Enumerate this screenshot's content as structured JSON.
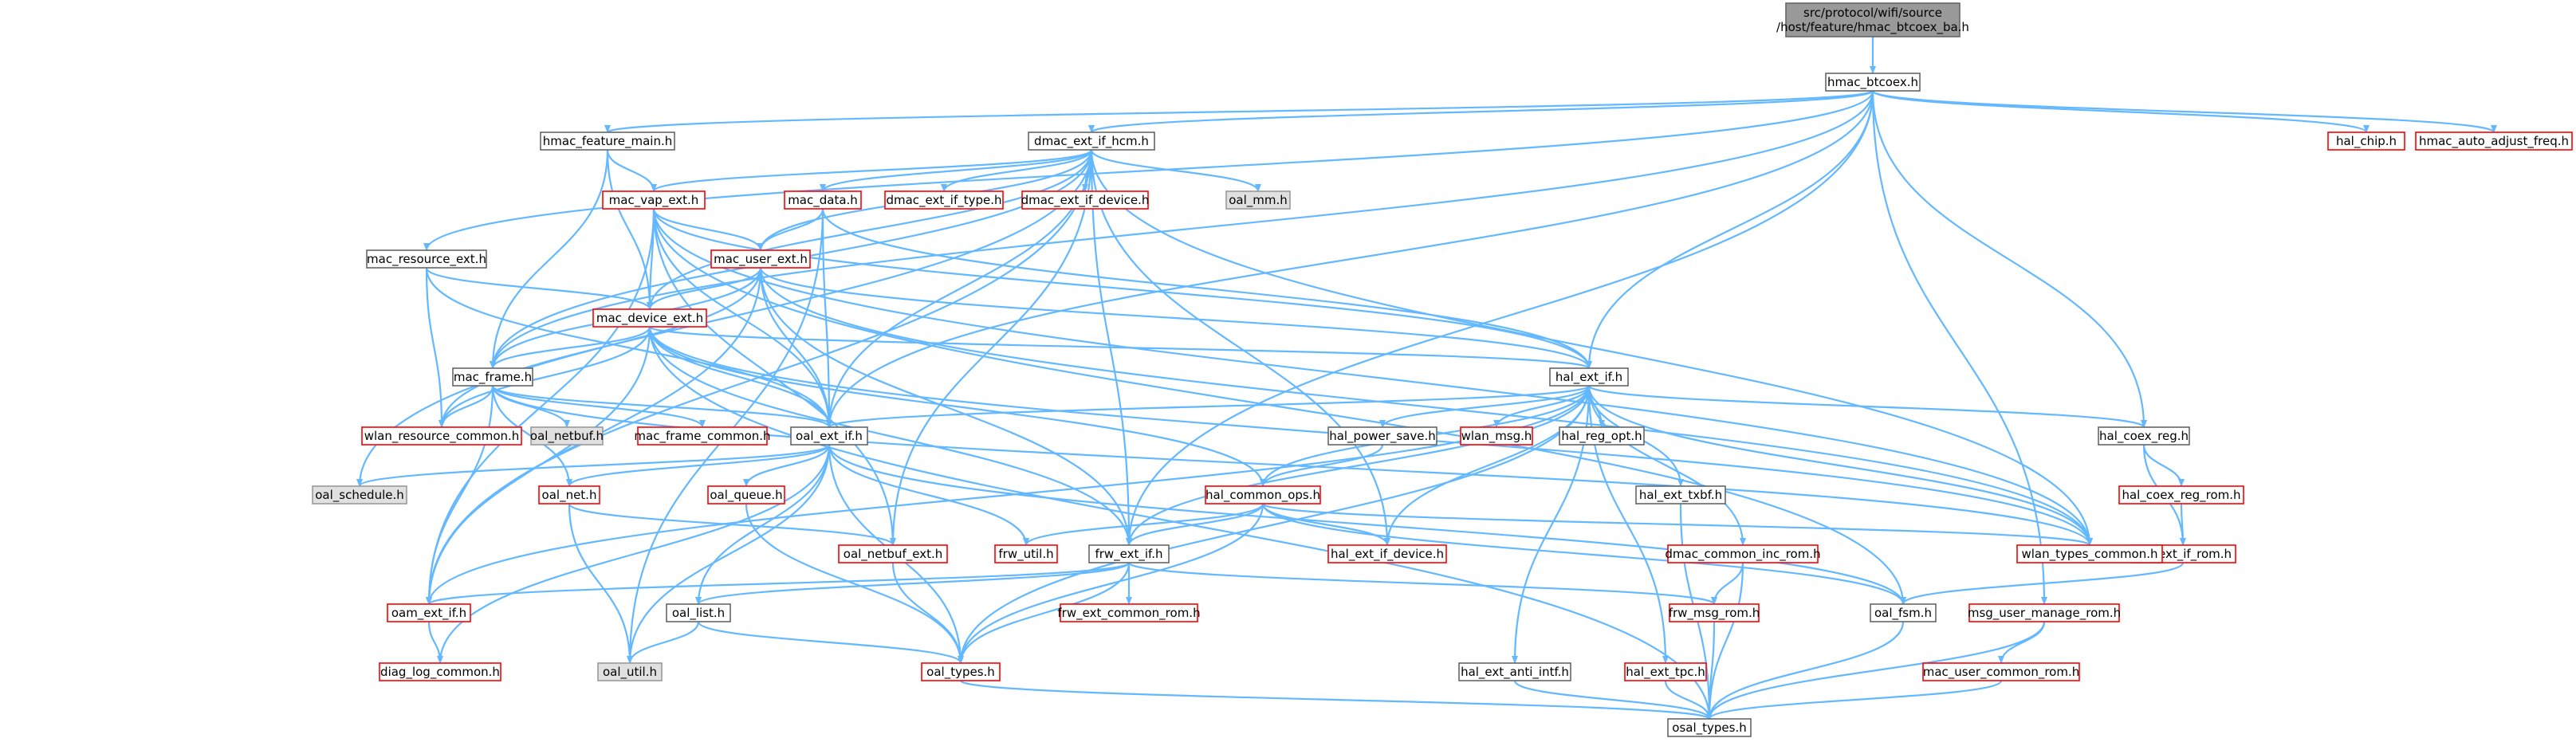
{
  "title_lines": [
    "src/protocol/wifi/source",
    "/host/feature/hmac_btcoex_ba.h"
  ],
  "colors": {
    "edge": "#63b8ff",
    "root_fill": "#999999",
    "plain_border": "#666666",
    "missing_border": "#ff0000",
    "system_fill": "#e0e0e0",
    "system_border": "#999999"
  },
  "nodes": [
    {
      "id": "root",
      "label": "src/protocol/wifi/source /host/feature/hmac_btcoex_ba.h",
      "kind": "root"
    },
    {
      "id": "hmac_btcoex",
      "label": "hmac_btcoex.h",
      "kind": "plain"
    },
    {
      "id": "hmac_feature_main",
      "label": "hmac_feature_main.h",
      "kind": "plain"
    },
    {
      "id": "dmac_ext_if_hcm",
      "label": "dmac_ext_if_hcm.h",
      "kind": "plain"
    },
    {
      "id": "hal_chip",
      "label": "hal_chip.h",
      "kind": "missing"
    },
    {
      "id": "hmac_auto_adjust_freq",
      "label": "hmac_auto_adjust_freq.h",
      "kind": "missing"
    },
    {
      "id": "mac_vap_ext",
      "label": "mac_vap_ext.h",
      "kind": "missing"
    },
    {
      "id": "mac_data",
      "label": "mac_data.h",
      "kind": "missing"
    },
    {
      "id": "dmac_ext_if_type",
      "label": "dmac_ext_if_type.h",
      "kind": "missing"
    },
    {
      "id": "dmac_ext_if_device",
      "label": "dmac_ext_if_device.h",
      "kind": "missing"
    },
    {
      "id": "oal_mm",
      "label": "oal_mm.h",
      "kind": "system"
    },
    {
      "id": "mac_resource_ext",
      "label": "mac_resource_ext.h",
      "kind": "plain"
    },
    {
      "id": "mac_user_ext",
      "label": "mac_user_ext.h",
      "kind": "missing"
    },
    {
      "id": "mac_device_ext",
      "label": "mac_device_ext.h",
      "kind": "missing"
    },
    {
      "id": "hal_ext_if",
      "label": "hal_ext_if.h",
      "kind": "plain"
    },
    {
      "id": "mac_frame",
      "label": "mac_frame.h",
      "kind": "plain"
    },
    {
      "id": "wlan_resource_common",
      "label": "wlan_resource_common.h",
      "kind": "missing"
    },
    {
      "id": "oal_netbuf",
      "label": "oal_netbuf.h",
      "kind": "system"
    },
    {
      "id": "mac_frame_common",
      "label": "mac_frame_common.h",
      "kind": "missing"
    },
    {
      "id": "oal_ext_if",
      "label": "oal_ext_if.h",
      "kind": "plain"
    },
    {
      "id": "hal_power_save",
      "label": "hal_power_save.h",
      "kind": "plain"
    },
    {
      "id": "wlan_msg",
      "label": "wlan_msg.h",
      "kind": "missing"
    },
    {
      "id": "hal_reg_opt",
      "label": "hal_reg_opt.h",
      "kind": "plain"
    },
    {
      "id": "hal_coex_reg",
      "label": "hal_coex_reg.h",
      "kind": "plain"
    },
    {
      "id": "hal_coex_reg_rom",
      "label": "hal_coex_reg_rom.h",
      "kind": "missing"
    },
    {
      "id": "oal_ext_if_rom",
      "label": "oal_ext_if_rom.h",
      "kind": "missing"
    },
    {
      "id": "oal_schedule",
      "label": "oal_schedule.h",
      "kind": "system"
    },
    {
      "id": "oal_net",
      "label": "oal_net.h",
      "kind": "missing"
    },
    {
      "id": "oal_queue",
      "label": "oal_queue.h",
      "kind": "missing"
    },
    {
      "id": "hal_common_ops",
      "label": "hal_common_ops.h",
      "kind": "missing"
    },
    {
      "id": "hal_ext_txbf",
      "label": "hal_ext_txbf.h",
      "kind": "plain"
    },
    {
      "id": "oal_netbuf_ext",
      "label": "oal_netbuf_ext.h",
      "kind": "missing"
    },
    {
      "id": "frw_util",
      "label": "frw_util.h",
      "kind": "missing"
    },
    {
      "id": "frw_ext_if",
      "label": "frw_ext_if.h",
      "kind": "plain"
    },
    {
      "id": "hal_ext_if_device",
      "label": "hal_ext_if_device.h",
      "kind": "missing"
    },
    {
      "id": "wlan_types_common",
      "label": "wlan_types_common.h",
      "kind": "missing"
    },
    {
      "id": "dmac_common_inc_rom",
      "label": "dmac_common_inc_rom.h",
      "kind": "missing"
    },
    {
      "id": "oam_ext_if",
      "label": "oam_ext_if.h",
      "kind": "missing"
    },
    {
      "id": "oal_list",
      "label": "oal_list.h",
      "kind": "plain"
    },
    {
      "id": "frw_ext_common_rom",
      "label": "frw_ext_common_rom.h",
      "kind": "missing"
    },
    {
      "id": "frw_msg_rom",
      "label": "frw_msg_rom.h",
      "kind": "missing"
    },
    {
      "id": "oal_fsm",
      "label": "oal_fsm.h",
      "kind": "plain"
    },
    {
      "id": "msg_user_manage_rom",
      "label": "msg_user_manage_rom.h",
      "kind": "missing"
    },
    {
      "id": "diag_log_common",
      "label": "diag_log_common.h",
      "kind": "missing"
    },
    {
      "id": "oal_util",
      "label": "oal_util.h",
      "kind": "system"
    },
    {
      "id": "oal_types",
      "label": "oal_types.h",
      "kind": "missing"
    },
    {
      "id": "hal_ext_anti_intf",
      "label": "hal_ext_anti_intf.h",
      "kind": "plain"
    },
    {
      "id": "hal_ext_tpc",
      "label": "hal_ext_tpc.h",
      "kind": "missing"
    },
    {
      "id": "mac_user_common_rom",
      "label": "mac_user_common_rom.h",
      "kind": "missing"
    },
    {
      "id": "osal_types",
      "label": "osal_types.h",
      "kind": "plain"
    }
  ],
  "edges": [
    [
      "root",
      "hmac_btcoex"
    ],
    [
      "hmac_btcoex",
      "hmac_feature_main"
    ],
    [
      "hmac_btcoex",
      "dmac_ext_if_hcm"
    ],
    [
      "hmac_btcoex",
      "hal_chip"
    ],
    [
      "hmac_btcoex",
      "hmac_auto_adjust_freq"
    ],
    [
      "hmac_btcoex",
      "mac_resource_ext"
    ],
    [
      "hmac_btcoex",
      "mac_frame"
    ],
    [
      "hmac_btcoex",
      "oal_ext_if"
    ],
    [
      "hmac_btcoex",
      "hal_ext_if"
    ],
    [
      "hmac_btcoex",
      "frw_ext_if"
    ],
    [
      "hmac_btcoex",
      "hal_coex_reg"
    ],
    [
      "hmac_btcoex",
      "msg_user_manage_rom"
    ],
    [
      "hmac_feature_main",
      "mac_vap_ext"
    ],
    [
      "hmac_feature_main",
      "mac_device_ext"
    ],
    [
      "hmac_feature_main",
      "mac_frame"
    ],
    [
      "dmac_ext_if_hcm",
      "mac_vap_ext"
    ],
    [
      "dmac_ext_if_hcm",
      "mac_data"
    ],
    [
      "dmac_ext_if_hcm",
      "dmac_ext_if_type"
    ],
    [
      "dmac_ext_if_hcm",
      "dmac_ext_if_device"
    ],
    [
      "dmac_ext_if_hcm",
      "oal_mm"
    ],
    [
      "dmac_ext_if_hcm",
      "mac_user_ext"
    ],
    [
      "dmac_ext_if_hcm",
      "mac_device_ext"
    ],
    [
      "dmac_ext_if_hcm",
      "oal_ext_if"
    ],
    [
      "dmac_ext_if_hcm",
      "oal_schedule"
    ],
    [
      "dmac_ext_if_hcm",
      "oal_netbuf_ext"
    ],
    [
      "dmac_ext_if_hcm",
      "frw_ext_if"
    ],
    [
      "dmac_ext_if_hcm",
      "oam_ext_if"
    ],
    [
      "dmac_ext_if_hcm",
      "wlan_types_common"
    ],
    [
      "dmac_ext_if_hcm",
      "hal_ext_if_device"
    ],
    [
      "dmac_ext_if_hcm",
      "mac_frame"
    ],
    [
      "mac_vap_ext",
      "mac_user_ext"
    ],
    [
      "mac_vap_ext",
      "mac_device_ext"
    ],
    [
      "mac_vap_ext",
      "hal_ext_if"
    ],
    [
      "mac_vap_ext",
      "oal_ext_if"
    ],
    [
      "mac_vap_ext",
      "oam_ext_if"
    ],
    [
      "mac_vap_ext",
      "wlan_types_common"
    ],
    [
      "mac_vap_ext",
      "oal_netbuf_ext"
    ],
    [
      "mac_vap_ext",
      "oal_fsm"
    ],
    [
      "mac_data",
      "mac_user_ext"
    ],
    [
      "mac_data",
      "oal_ext_if"
    ],
    [
      "mac_data",
      "hal_ext_if"
    ],
    [
      "mac_data",
      "oal_util"
    ],
    [
      "mac_resource_ext",
      "mac_device_ext"
    ],
    [
      "mac_resource_ext",
      "wlan_resource_common"
    ],
    [
      "mac_resource_ext",
      "oal_ext_if"
    ],
    [
      "mac_user_ext",
      "mac_device_ext"
    ],
    [
      "mac_user_ext",
      "mac_frame"
    ],
    [
      "mac_user_ext",
      "oal_ext_if"
    ],
    [
      "mac_user_ext",
      "hal_ext_if"
    ],
    [
      "mac_user_ext",
      "wlan_resource_common"
    ],
    [
      "mac_user_ext",
      "frw_ext_if"
    ],
    [
      "mac_user_ext",
      "wlan_types_common"
    ],
    [
      "mac_user_ext",
      "oam_ext_if"
    ],
    [
      "mac_device_ext",
      "mac_frame"
    ],
    [
      "mac_device_ext",
      "hal_ext_if"
    ],
    [
      "mac_device_ext",
      "oal_ext_if"
    ],
    [
      "mac_device_ext",
      "wlan_resource_common"
    ],
    [
      "mac_device_ext",
      "hal_common_ops"
    ],
    [
      "mac_device_ext",
      "frw_ext_if"
    ],
    [
      "mac_device_ext",
      "oam_ext_if"
    ],
    [
      "mac_device_ext",
      "osal_types"
    ],
    [
      "mac_device_ext",
      "wlan_types_common"
    ],
    [
      "mac_frame",
      "wlan_resource_common"
    ],
    [
      "mac_frame",
      "oal_netbuf"
    ],
    [
      "mac_frame",
      "mac_frame_common"
    ],
    [
      "mac_frame",
      "oal_ext_if"
    ],
    [
      "mac_frame",
      "oal_net"
    ],
    [
      "mac_frame",
      "oam_ext_if"
    ],
    [
      "mac_frame",
      "wlan_types_common"
    ],
    [
      "hal_ext_if",
      "oal_ext_if"
    ],
    [
      "hal_ext_if",
      "hal_power_save"
    ],
    [
      "hal_ext_if",
      "wlan_msg"
    ],
    [
      "hal_ext_if",
      "hal_reg_opt"
    ],
    [
      "hal_ext_if",
      "hal_coex_reg"
    ],
    [
      "hal_ext_if",
      "hal_common_ops"
    ],
    [
      "hal_ext_if",
      "hal_ext_txbf"
    ],
    [
      "hal_ext_if",
      "frw_ext_if"
    ],
    [
      "hal_ext_if",
      "hal_ext_if_device"
    ],
    [
      "hal_ext_if",
      "wlan_types_common"
    ],
    [
      "hal_ext_if",
      "dmac_common_inc_rom"
    ],
    [
      "hal_ext_if",
      "hal_ext_anti_intf"
    ],
    [
      "hal_ext_if",
      "hal_ext_tpc"
    ],
    [
      "hal_ext_if",
      "oal_types"
    ],
    [
      "hal_ext_if",
      "oam_ext_if"
    ],
    [
      "oal_ext_if",
      "oal_schedule"
    ],
    [
      "oal_ext_if",
      "oal_net"
    ],
    [
      "oal_ext_if",
      "oal_queue"
    ],
    [
      "oal_ext_if",
      "frw_util"
    ],
    [
      "oal_ext_if",
      "oal_list"
    ],
    [
      "oal_ext_if",
      "oal_util"
    ],
    [
      "oal_ext_if",
      "oal_types"
    ],
    [
      "oal_ext_if",
      "diag_log_common"
    ],
    [
      "oal_ext_if",
      "oal_fsm"
    ],
    [
      "hal_power_save",
      "hal_common_ops"
    ],
    [
      "hal_coex_reg",
      "hal_coex_reg_rom"
    ],
    [
      "hal_coex_reg",
      "oal_ext_if_rom"
    ],
    [
      "hal_coex_reg_rom",
      "oal_ext_if_rom"
    ],
    [
      "oal_ext_if_rom",
      "oal_fsm"
    ],
    [
      "oal_net",
      "oal_netbuf_ext"
    ],
    [
      "oal_net",
      "oal_util"
    ],
    [
      "oal_queue",
      "oal_types"
    ],
    [
      "hal_common_ops",
      "frw_util"
    ],
    [
      "hal_common_ops",
      "frw_ext_if"
    ],
    [
      "hal_common_ops",
      "hal_ext_if_device"
    ],
    [
      "hal_common_ops",
      "wlan_types_common"
    ],
    [
      "hal_common_ops",
      "oal_fsm"
    ],
    [
      "hal_common_ops",
      "oal_types"
    ],
    [
      "hal_ext_txbf",
      "osal_types"
    ],
    [
      "oal_netbuf_ext",
      "oal_types"
    ],
    [
      "frw_ext_if",
      "oam_ext_if"
    ],
    [
      "frw_ext_if",
      "oal_list"
    ],
    [
      "frw_ext_if",
      "frw_ext_common_rom"
    ],
    [
      "frw_ext_if",
      "frw_msg_rom"
    ],
    [
      "frw_ext_if",
      "oal_types"
    ],
    [
      "dmac_common_inc_rom",
      "frw_msg_rom"
    ],
    [
      "dmac_common_inc_rom",
      "osal_types"
    ],
    [
      "oam_ext_if",
      "diag_log_common"
    ],
    [
      "oal_list",
      "oal_util"
    ],
    [
      "oal_list",
      "oal_types"
    ],
    [
      "frw_msg_rom",
      "osal_types"
    ],
    [
      "oal_fsm",
      "osal_types"
    ],
    [
      "msg_user_manage_rom",
      "mac_user_common_rom"
    ],
    [
      "msg_user_manage_rom",
      "osal_types"
    ],
    [
      "oal_types",
      "osal_types"
    ],
    [
      "hal_ext_anti_intf",
      "osal_types"
    ],
    [
      "hal_ext_tpc",
      "osal_types"
    ],
    [
      "mac_user_common_rom",
      "osal_types"
    ]
  ]
}
